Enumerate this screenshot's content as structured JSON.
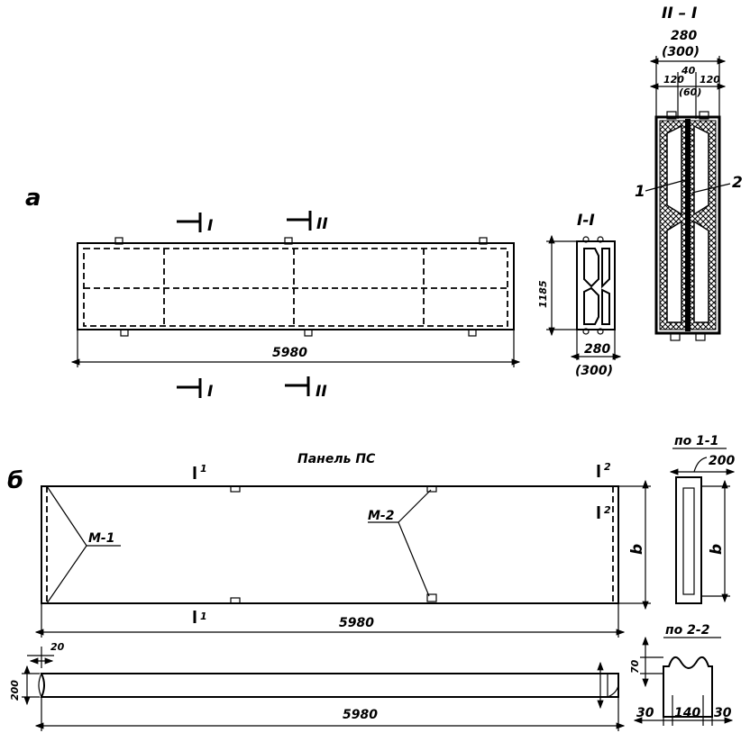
{
  "part_a": {
    "letter": "а",
    "length": "5980",
    "height": "1185",
    "section_mark_1": "I",
    "section_mark_2": "II",
    "section_1_title": "I-I",
    "section_1_width": "280",
    "section_1_width_alt": "(300)",
    "section_2_title": "II – I",
    "section_2_width": "280",
    "section_2_width_alt": "(300)",
    "section_2_parts": [
      "120",
      "40",
      "120"
    ],
    "section_2_part_alt": "(60)",
    "callout_1": "1",
    "callout_2": "2"
  },
  "part_b": {
    "letter": "б",
    "title": "Панель ПС",
    "mark_1": "1",
    "mark_2": "2",
    "length": "5980",
    "height": "b",
    "label_m1": "М-1",
    "label_m2": "М-2",
    "section_1_title": "по 1-1",
    "section_1_dim": "200",
    "section_1_height": "b",
    "side_length": "5980",
    "side_thickness": "200",
    "side_offset": "20",
    "section_2_title": "по 2-2",
    "section_2_depth": "70",
    "section_2_parts": [
      "30",
      "140",
      "30"
    ]
  }
}
